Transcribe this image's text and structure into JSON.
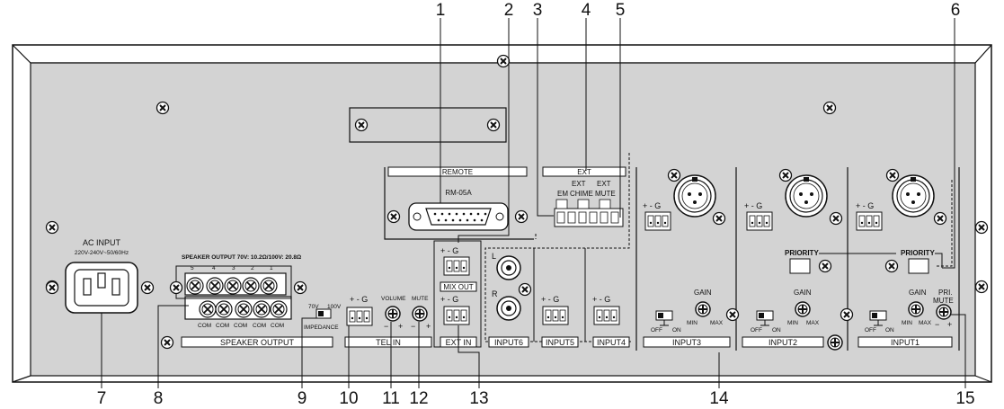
{
  "callouts": [
    "1",
    "2",
    "3",
    "4",
    "5",
    "6",
    "7",
    "8",
    "9",
    "10",
    "11",
    "12",
    "13",
    "14",
    "15"
  ],
  "panel": {
    "ac_input": "AC INPUT",
    "ac_voltage": "220V-240V~50/60Hz",
    "speaker_spec": "SPEAKER OUTPUT 70V: 10.2Ω/100V: 20.8Ω",
    "speaker_zone_labels": [
      "5",
      "4",
      "3",
      "2",
      "1"
    ],
    "com_labels": [
      "COM",
      "COM",
      "COM",
      "COM",
      "COM"
    ],
    "speaker_output_bar": "SPEAKER OUTPUT",
    "impedance_70v": "70V",
    "impedance_100v": "100V",
    "impedance": "IMPEDANCE",
    "tel_in_pins": "+ - G",
    "volume": "VOLUME",
    "mute": "MUTE",
    "tel_in": "TEL IN",
    "remote": "REMOTE",
    "rm_model": "RM-05A",
    "ext": "EXT",
    "em": "EM",
    "ext_chime_top": "EXT",
    "ext_chime_bottom": "CHIME",
    "ext_mute_top": "EXT",
    "ext_mute_bottom": "MUTE",
    "mix_out": "MIX OUT",
    "ext_in": "EXT IN",
    "input6": "INPUT6",
    "input5": "INPUT5",
    "input4": "INPUT4",
    "input3": "INPUT3",
    "input2": "INPUT2",
    "input1": "INPUT1",
    "L": "L",
    "R": "R",
    "gain": "GAIN",
    "min": "MIN",
    "max": "MAX",
    "off": "OFF",
    "on": "ON",
    "priority": "PRIORITY",
    "pri": "PRI.",
    "mute2": "MUTE",
    "pins": "+ - G"
  }
}
